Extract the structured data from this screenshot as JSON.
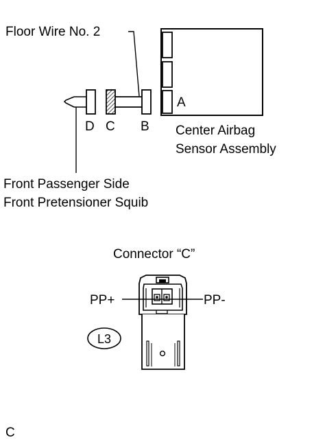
{
  "labels": {
    "floor_wire": "Floor Wire No. 2",
    "conn_a": "A",
    "conn_b": "B",
    "conn_c": "C",
    "conn_d": "D",
    "center_line1": "Center Airbag",
    "center_line2": "Sensor Assembly",
    "squib_line1": "Front Passenger Side",
    "squib_line2": "Front Pretensioner Squib",
    "connector_title": "Connector “C”",
    "pin_left": "PP+",
    "pin_right": "PP-",
    "badge": "L3",
    "corner_code": "C"
  }
}
